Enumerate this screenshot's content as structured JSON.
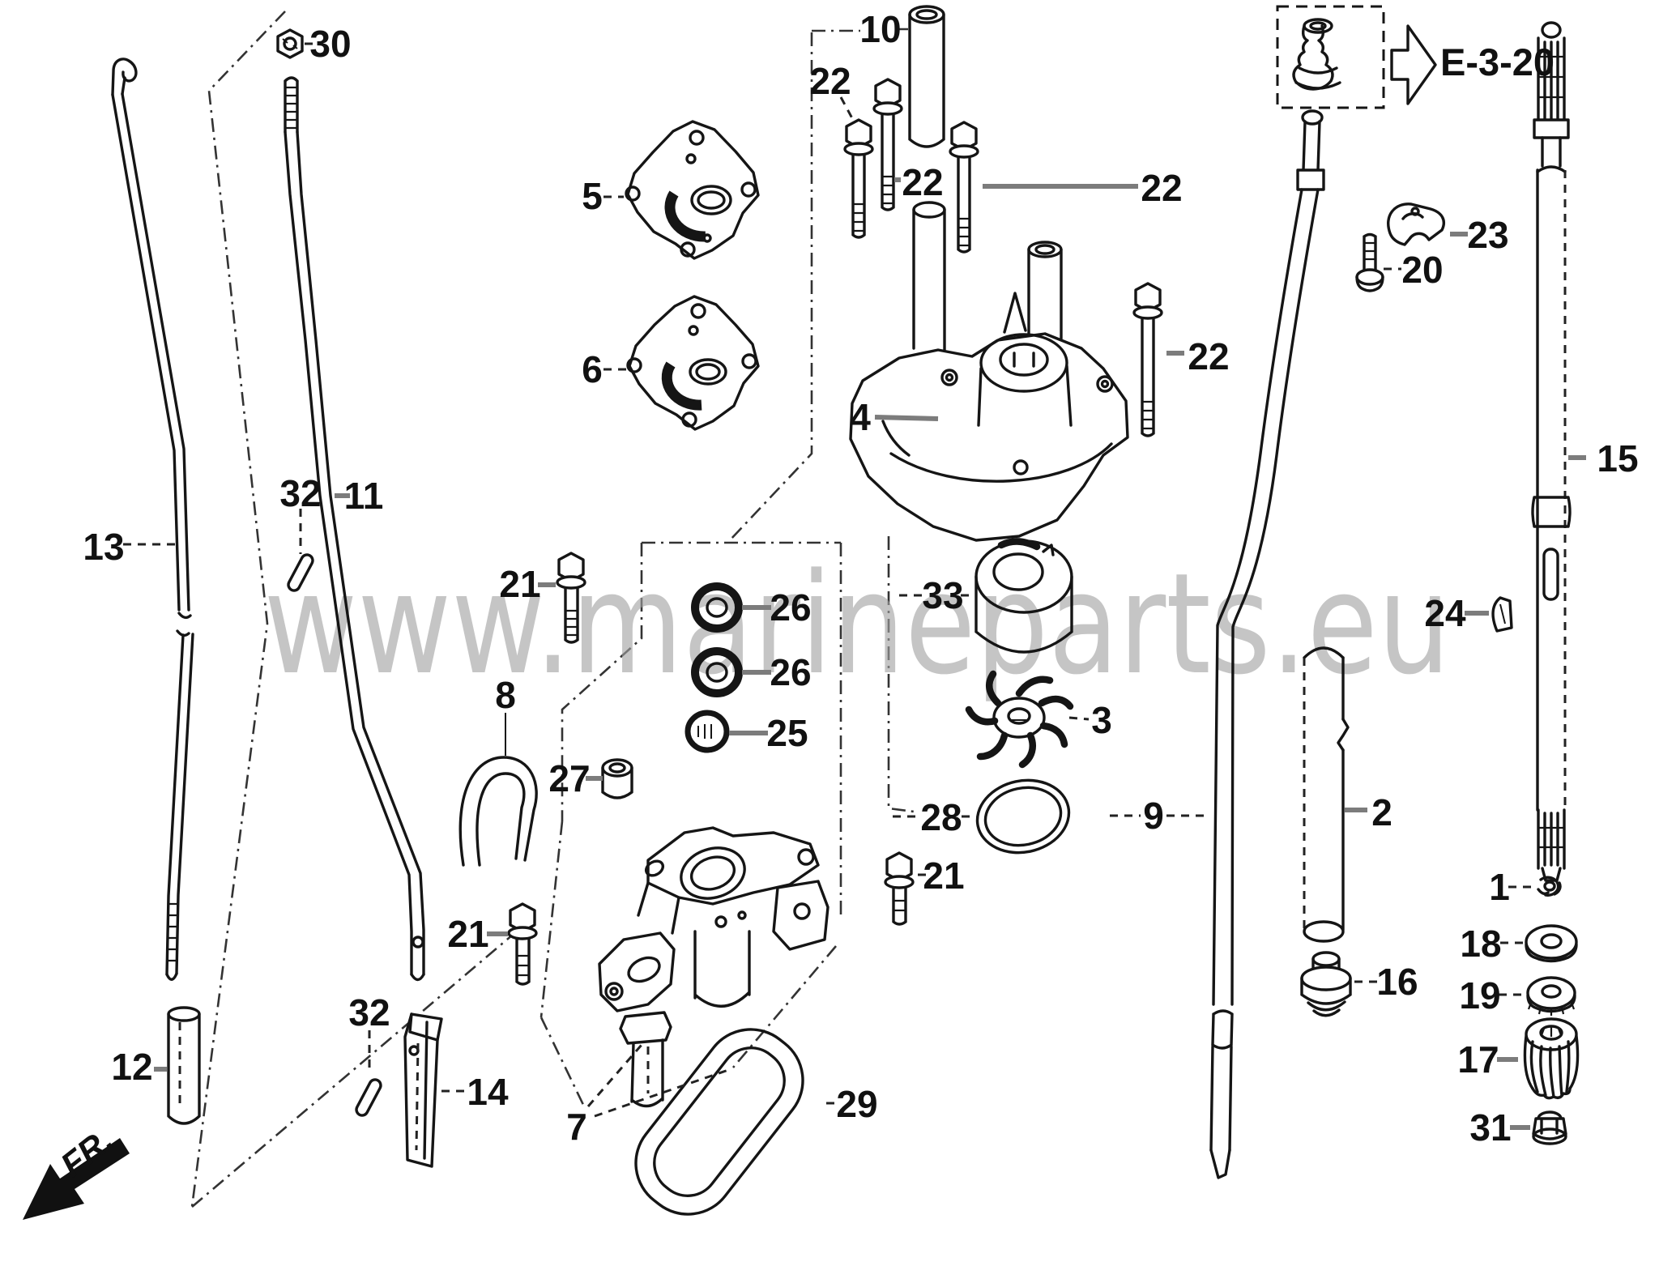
{
  "diagram": {
    "watermark": "www.marineparts.eu",
    "reference_label": "E-3-20",
    "front_label": "FR.",
    "callouts": {
      "1": "1",
      "2": "2",
      "3": "3",
      "4": "4",
      "5": "5",
      "6": "6",
      "7": "7",
      "8": "8",
      "9": "9",
      "10": "10",
      "11": "11",
      "12": "12",
      "13": "13",
      "14": "14",
      "15": "15",
      "16": "16",
      "17": "17",
      "18": "18",
      "19": "19",
      "20": "20",
      "21": "21",
      "22": "22",
      "23": "23",
      "24": "24",
      "25": "25",
      "26": "26",
      "27": "27",
      "28": "28",
      "29": "29",
      "30": "30",
      "31": "31",
      "32": "32",
      "33": "33"
    }
  }
}
